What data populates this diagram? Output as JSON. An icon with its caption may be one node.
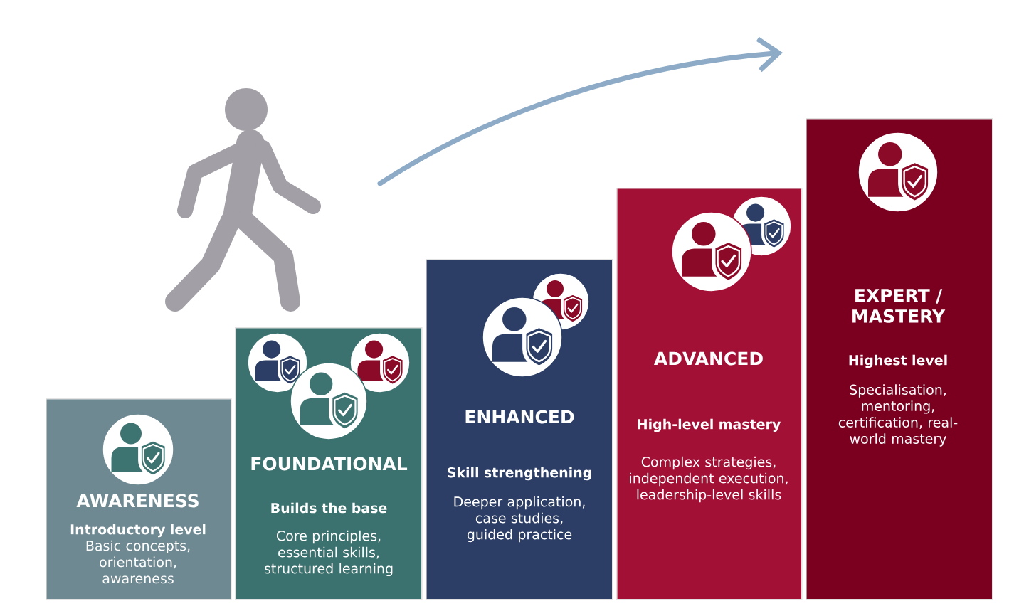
{
  "diagram": {
    "nodes": [
      {
        "text": [
          "AWARENESS",
          "Introductory level",
          "Basic concepts, orientation, awareness"
        ]
      },
      {
        "text": [
          "FOUNDATIONAL",
          "Builds the base",
          "Core principles, essential skills, structured learning"
        ]
      },
      {
        "text": [
          "ENHANCED",
          "Skill strengthening",
          "Deeper application, case studies, guided practice"
        ]
      },
      {
        "text": [
          "ADVANCED",
          "High-level mastery",
          "Complex strategies, independent execution, leadership-level skills"
        ]
      },
      {
        "text": [
          "EXPERT / MASTERY",
          "Highest level",
          "Specialisation, mentoring, certification, real-world mastery"
        ]
      }
    ]
  }
}
